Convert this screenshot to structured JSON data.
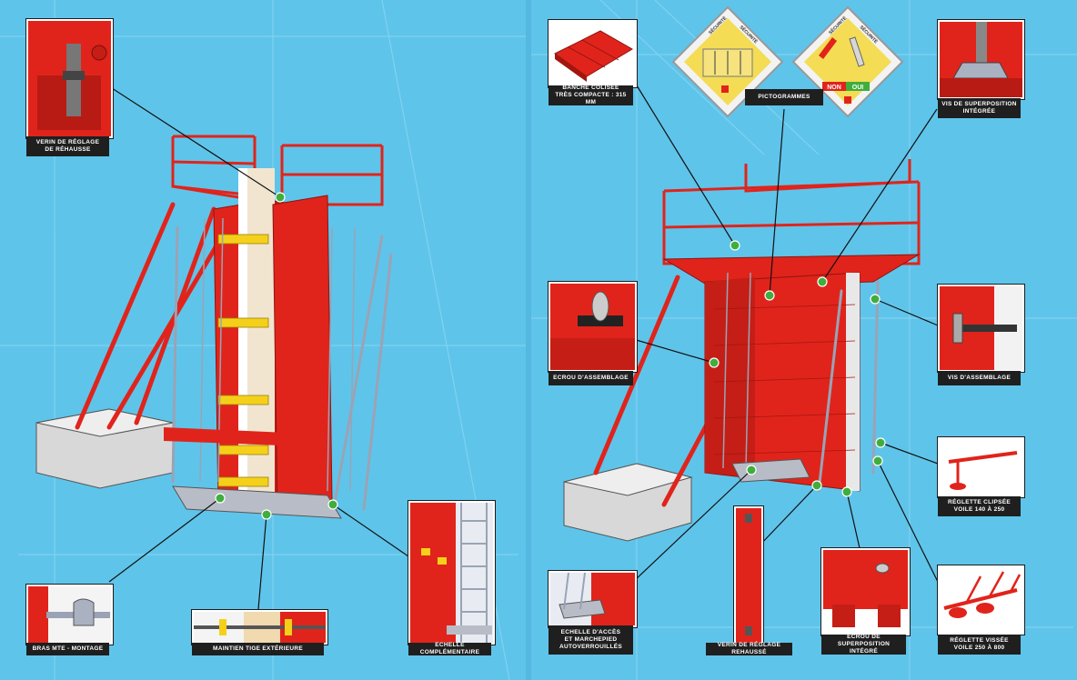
{
  "left": {
    "callouts": [
      {
        "key": "verin_reglage_rehausse",
        "lines": [
          "VERIN DE RÉGLAGE",
          "DE RÉHAUSSE"
        ]
      },
      {
        "key": "bras_mte",
        "lines": [
          "BRAS MTE - MONTAGE"
        ]
      },
      {
        "key": "maintien_tige",
        "lines": [
          "MAINTIEN TIGE EXTÉRIEURE"
        ]
      },
      {
        "key": "echelle_complementaire",
        "lines": [
          "ECHELLE COMPLÉMENTAIRE"
        ]
      }
    ]
  },
  "right": {
    "callouts": [
      {
        "key": "banche_colisee",
        "lines": [
          "BANCHE COLISÉE",
          "TRÈS COMPACTE : 315 MM"
        ]
      },
      {
        "key": "pictogrammes",
        "lines": [
          "PICTOGRAMMES"
        ]
      },
      {
        "key": "vis_superposition",
        "lines": [
          "VIS DE SUPERPOSITION",
          "INTÉGRÉE"
        ]
      },
      {
        "key": "ecrou_assemblage",
        "lines": [
          "ECROU D'ASSEMBLAGE"
        ]
      },
      {
        "key": "vis_assemblage",
        "lines": [
          "VIS D'ASSEMBLAGE"
        ]
      },
      {
        "key": "reglette_clipsee",
        "lines": [
          "RÉGLETTE CLIPSÉE",
          "VOILE 140 À 250"
        ]
      },
      {
        "key": "echelle_acces",
        "lines": [
          "ECHELLE D'ACCÈS",
          "ET MARCHEPIED",
          "AUTOVERROUILLÉS"
        ]
      },
      {
        "key": "verin_rehausse",
        "lines": [
          "VERIN DE RÉGLAGE REHAUSSÉ"
        ]
      },
      {
        "key": "ecrou_superposition",
        "lines": [
          "ECROU DE SUPERPOSITION",
          "INTÉGRÉ"
        ]
      },
      {
        "key": "reglette_vissee",
        "lines": [
          "RÉGLETTE VISSÉE",
          "VOILE 250 À 800"
        ]
      }
    ],
    "picto_left": {
      "header_1": "SÉCURITÉ",
      "header_2": "SÉCURITÉ"
    },
    "picto_right": {
      "header_1": "SÉCURITÉ",
      "header_2": "SÉCURITÉ",
      "non": "NON",
      "oui": "OUI"
    }
  },
  "colors": {
    "background": "#5fc4ea",
    "accent_red": "#e0241b",
    "label_bg": "#1f1f1f",
    "marker_green": "#3fae3c"
  }
}
